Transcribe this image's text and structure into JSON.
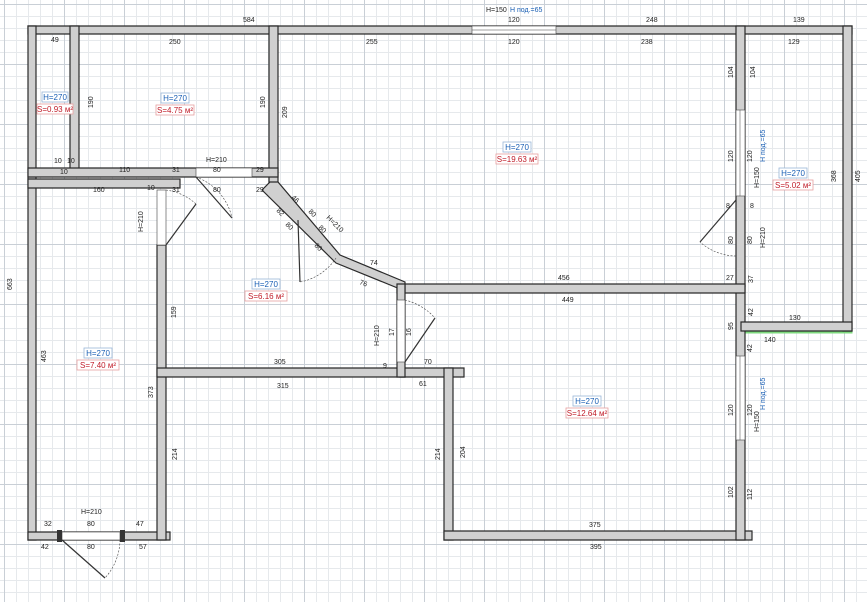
{
  "colors": {
    "wall": "#d0d0d0",
    "outline": "#2a2a2a",
    "balcony": "#7ed97e",
    "height": "#1a5fb4",
    "area": "#c01c28"
  },
  "rooms": [
    {
      "id": "pantry",
      "height": "H=270",
      "area": "S=0.93 м²"
    },
    {
      "id": "bath",
      "height": "H=270",
      "area": "S=4.75 м²"
    },
    {
      "id": "living",
      "height": "H=270",
      "area": "S=19.63 м²"
    },
    {
      "id": "balcony",
      "height": "H=270",
      "area": "S=5.02 м²"
    },
    {
      "id": "hall",
      "height": "H=270",
      "area": "S=6.16 м²"
    },
    {
      "id": "corridor",
      "height": "H=270",
      "area": "S=7.40 м²"
    },
    {
      "id": "bedroom",
      "height": "H=270",
      "area": "S=12.64 м²"
    }
  ],
  "openings": {
    "top_window_h": "H=150",
    "top_window_sill": "H под.=65",
    "right_window1_h": "H=150",
    "right_window1_sill": "H под.=65",
    "right_window2_h": "H=150",
    "right_window2_sill": "H под.=65",
    "door_bath": "H=210",
    "door_corridor": "H=210",
    "door_living": "H=210",
    "door_balcony": "H=210",
    "door_bedroom": "H=210",
    "door_entrance": "H=210"
  },
  "dims": {
    "d584": "584",
    "d120t": "120",
    "d248": "248",
    "d139": "139",
    "d49": "49",
    "d250": "250",
    "d255": "255",
    "d120b": "120",
    "d238": "238",
    "d129": "129",
    "d190a": "190",
    "d190b": "190",
    "d209": "209",
    "d10a": "10",
    "d10b": "10",
    "d10c": "10",
    "d110": "110",
    "d31a": "31",
    "d80a": "80",
    "d29a": "29",
    "d160": "160",
    "d10d": "10",
    "d31b": "31",
    "d80b": "80",
    "d29b": "29",
    "d104a": "104",
    "d104b": "104",
    "d120c": "120",
    "d120d": "120",
    "d8a": "8",
    "d8b": "8",
    "d80c": "80",
    "d80d": "80",
    "d368": "368",
    "d405": "405",
    "d46": "46",
    "d80e": "80",
    "d82": "82",
    "d80f": "80",
    "d80g": "80",
    "d80h": "80",
    "d74": "74",
    "d456": "456",
    "d27": "27",
    "d37": "37",
    "d42a": "42",
    "d130": "130",
    "d76": "76",
    "d449": "449",
    "d95": "95",
    "d140": "140",
    "d42b": "42",
    "d663": "663",
    "d159": "159",
    "d17": "17",
    "d16": "16",
    "d70": "70",
    "d305": "305",
    "d9": "9",
    "d315": "315",
    "d61": "61",
    "d463": "463",
    "d373": "373",
    "d214a": "214",
    "d214b": "214",
    "d204": "204",
    "d120e": "120",
    "d120f": "120",
    "d102": "102",
    "d112": "112",
    "d375": "375",
    "d395": "395",
    "d32": "32",
    "d80i": "80",
    "d47": "47",
    "d42c": "42",
    "d80j": "80",
    "d57": "57"
  }
}
